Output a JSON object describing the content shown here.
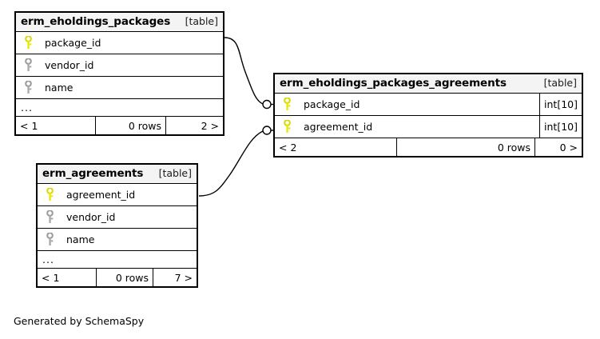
{
  "diagram": {
    "tool": "SchemaSpy",
    "credit": "Generated by SchemaSpy",
    "kind_label": "[table]",
    "ellipsis": "...",
    "rows_suffix": "0 rows",
    "colors": {
      "primary_key": "#e8e800",
      "plain_key": "#a0a0a0",
      "header_bg": "#f4f4f4",
      "border": "#000000",
      "background": "#ffffff"
    }
  },
  "tables": [
    {
      "id": "erm_eholdings_packages",
      "name": "erm_eholdings_packages",
      "kind": "[table]",
      "columns": [
        {
          "name": "package_id",
          "key": "primary",
          "type": ""
        },
        {
          "name": "vendor_id",
          "key": "plain",
          "type": ""
        },
        {
          "name": "name",
          "key": "plain",
          "type": ""
        }
      ],
      "has_ellipsis": true,
      "footer": {
        "prev": "< 1",
        "rows": "0 rows",
        "next": "2 >"
      }
    },
    {
      "id": "erm_eholdings_packages_agreements",
      "name": "erm_eholdings_packages_agreements",
      "kind": "[table]",
      "columns": [
        {
          "name": "package_id",
          "key": "primary",
          "type": "int[10]"
        },
        {
          "name": "agreement_id",
          "key": "primary",
          "type": "int[10]"
        }
      ],
      "has_ellipsis": false,
      "footer": {
        "prev": "< 2",
        "rows": "0 rows",
        "next": "0 >"
      }
    },
    {
      "id": "erm_agreements",
      "name": "erm_agreements",
      "kind": "[table]",
      "columns": [
        {
          "name": "agreement_id",
          "key": "primary",
          "type": ""
        },
        {
          "name": "vendor_id",
          "key": "plain",
          "type": ""
        },
        {
          "name": "name",
          "key": "plain",
          "type": ""
        }
      ],
      "has_ellipsis": true,
      "footer": {
        "prev": "< 1",
        "rows": "0 rows",
        "next": "7 >"
      }
    }
  ],
  "relationships": [
    {
      "id": "packages-to-packages_agreements",
      "from_table": "erm_eholdings_packages",
      "from_column": "package_id",
      "to_table": "erm_eholdings_packages_agreements",
      "to_column": "package_id",
      "from_cardinality": "one",
      "to_cardinality": "zero-or-many"
    },
    {
      "id": "agreements-to-packages_agreements",
      "from_table": "erm_agreements",
      "from_column": "agreement_id",
      "to_table": "erm_eholdings_packages_agreements",
      "to_column": "agreement_id",
      "from_cardinality": "one",
      "to_cardinality": "zero-or-many"
    }
  ]
}
